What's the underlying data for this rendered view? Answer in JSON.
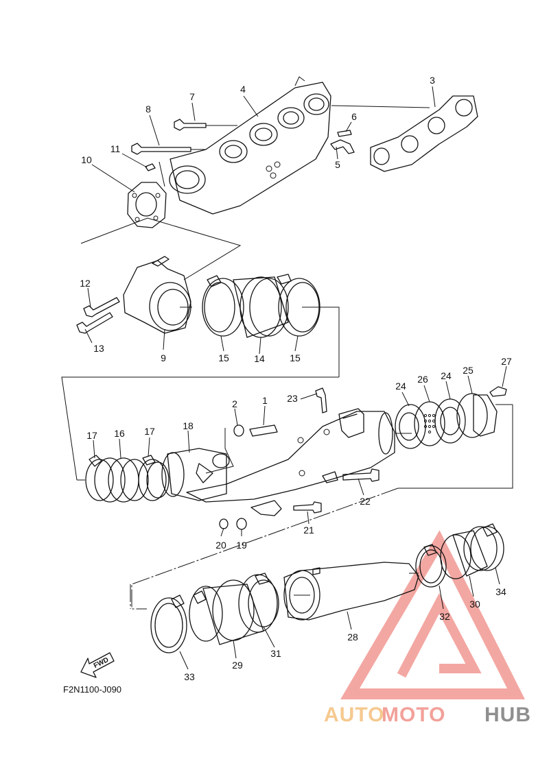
{
  "diagram_code": "F2N1100-J090",
  "fwd_label": "FWD",
  "watermark": {
    "text_part1": "AUTO",
    "text_part2": "MOTO",
    "text_part3": "HUB",
    "color_1": "#f5c98f",
    "color_2": "#f2a19a",
    "color_3": "#8f8f8f",
    "logo_color": "#f08a84"
  },
  "callouts": [
    "1",
    "2",
    "3",
    "4",
    "5",
    "6",
    "7",
    "8",
    "9",
    "10",
    "11",
    "12",
    "13",
    "14",
    "15",
    "15",
    "16",
    "17",
    "17",
    "18",
    "19",
    "20",
    "21",
    "22",
    "23",
    "24",
    "24",
    "25",
    "26",
    "27",
    "28",
    "29",
    "30",
    "31",
    "32",
    "33",
    "34"
  ]
}
